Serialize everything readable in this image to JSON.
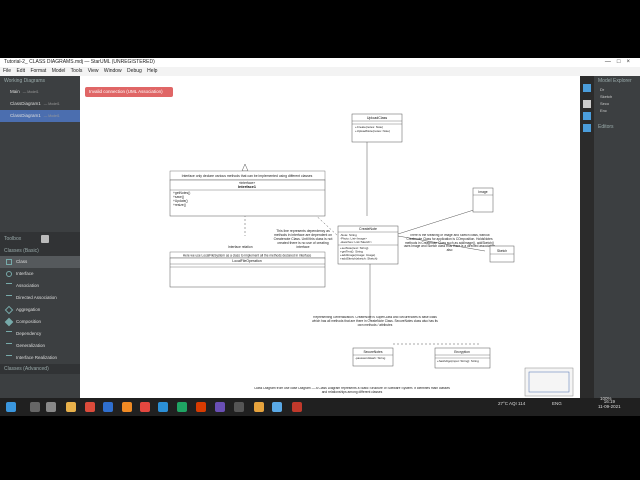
{
  "window": {
    "title": "Tutorial-2_ CLASS DIAGRAMS.mdj — StarUML (UNREGISTERED)",
    "controls": [
      "—",
      "□",
      "×"
    ]
  },
  "menu": [
    "File",
    "Edit",
    "Format",
    "Model",
    "Tools",
    "View",
    "Window",
    "Debug",
    "Help"
  ],
  "left_panel": {
    "working_title": "Working Diagrams",
    "working_items": [
      {
        "label": "Main",
        "sub": "— Model1"
      },
      {
        "label": "ClassDiagram1",
        "sub": "— Model1"
      },
      {
        "label": "ClassDiagram1",
        "sub": "— Model1"
      }
    ],
    "toolbox_title": "Toolbox",
    "toolbox_group": "Classes (Basic)",
    "tools": [
      "Class",
      "Interface",
      "Association",
      "Directed Association",
      "Aggregation",
      "Composition",
      "Dependency",
      "Generalization",
      "Interface Realization"
    ],
    "toolbox_group2": "Classes (Advanced)"
  },
  "right_panel": {
    "title": "Model Explorer",
    "items": [
      "Dr",
      "Sketch",
      "Seco",
      "Enc"
    ],
    "editors": "Editors"
  },
  "canvas": {
    "error_banner": "Invalid connection (UML Association)",
    "interface_note": "Interface only declare various methods that can be implemented using different classes",
    "interface_stereotype": "«interface»",
    "interface_name": "Interface1",
    "interface_ops": [
      "+getNotes()",
      "+save()",
      "+Update()",
      "+resize()"
    ],
    "interface_relation": "Interface relation",
    "dependency_note": "This line represents dependency as methods in interface are dependent on Createnote Class. Until this class is not created there is no use of creating interface",
    "upload_class": "UploadClass",
    "upload_ops": [
      "+Create(notes: Note)",
      "+UploadNote(notes: Note)"
    ],
    "createnote_name": "CreateNote",
    "createnote_attrs": [
      "-Note: String",
      "-Photo: List<Image>",
      "-sketches: List<Sketch>"
    ],
    "createnote_ops": [
      "+setNote(text: String)",
      "+getText(): String",
      "+addImage(image: Image)",
      "+addSketch(sketch: Sketch)"
    ],
    "image_class": "Image",
    "sketch_class": "Sketch",
    "composition_note": "There is the Meaning of Image and Sketch class, without Createnote Class for application is COmposition. HoldsNotes methods in Createnote Class such as addImage(), addSketch() uses Image and Sketch class thus there is a directed association also",
    "localfile_note": "Here we use LocalFileSystem as a class to implement all the methods declared in interface",
    "localfile_class": "LocalFileOperation",
    "generalization_note": "Representing Generalization. CreateNote is SuperClass and SecureNotes is base class which has all methods that are there in CreateNote Class. SecureNotes class also has its own methods / attributes",
    "securenotes_class": "SecureNotes",
    "securenotes_attrs": [
      "-passwordHash: String"
    ],
    "encryption_class": "Encryption",
    "encryption_ops": [
      "+hashAlgo(input: String): String"
    ],
    "bottom_note": "Class Diagram from use case Diagram — A Class Diagram represents a Static Structure of Software System. It identifies main classes and relationships among different classes"
  },
  "taskbar": {
    "weather": "27°C  AQI 114",
    "lang": "ENG",
    "time": "16:19",
    "date": "11-09-2021",
    "zoom": "100%"
  }
}
